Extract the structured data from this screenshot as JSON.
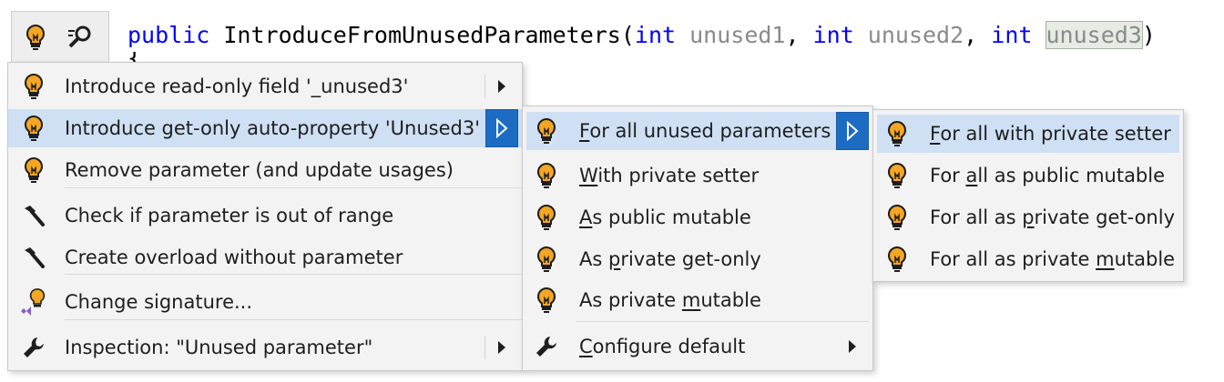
{
  "code": {
    "kw_public": "public",
    "method": " IntroduceFromUnusedParameters(",
    "kw_int1": "int",
    "p1": " unused1",
    "comma1": ", ",
    "kw_int2": "int",
    "p2": " unused2",
    "comma2": ", ",
    "kw_int3": "int",
    "space3": " ",
    "p3": "unused3",
    "close": ")",
    "brace": "{"
  },
  "gutter": {
    "bulb_icon": "lightbulb-icon",
    "inspect_icon": "search-hammer-icon"
  },
  "menu1": {
    "items": [
      {
        "label": "Introduce read-only field '_unused3'",
        "icon": "lightbulb-icon",
        "submenu": true
      },
      {
        "label": "Introduce get-only auto-property 'Unused3'",
        "icon": "lightbulb-icon",
        "submenu": true,
        "selected": true
      },
      {
        "label": "Remove parameter (and update usages)",
        "icon": "lightbulb-icon"
      },
      {
        "label": "Check if parameter is out of range",
        "icon": "hammer-icon"
      },
      {
        "label": "Create overload without parameter",
        "icon": "hammer-icon"
      },
      {
        "label": "Change signature...",
        "icon": "vs-lightbulb-icon"
      },
      {
        "label": "Inspection: \"Unused parameter\"",
        "icon": "wrench-icon",
        "submenu": true
      }
    ]
  },
  "menu2": {
    "items": [
      {
        "pre": "",
        "ul": "F",
        "post": "or all unused parameters",
        "icon": "lightbulb-icon",
        "submenu": true,
        "selected": true
      },
      {
        "pre": "",
        "ul": "W",
        "post": "ith private setter",
        "icon": "lightbulb-icon"
      },
      {
        "pre": "",
        "ul": "A",
        "post": "s public mutable",
        "icon": "lightbulb-icon"
      },
      {
        "pre": "As ",
        "ul": "p",
        "post": "rivate get-only",
        "icon": "lightbulb-icon"
      },
      {
        "pre": "As private ",
        "ul": "m",
        "post": "utable",
        "icon": "lightbulb-icon"
      },
      {
        "pre": "",
        "ul": "C",
        "post": "onfigure default",
        "icon": "wrench-icon",
        "submenu": true
      }
    ]
  },
  "menu3": {
    "items": [
      {
        "pre": "",
        "ul": "F",
        "post": "or all with private setter",
        "icon": "lightbulb-icon",
        "selected": true
      },
      {
        "pre": "For ",
        "ul": "a",
        "post": "ll as public mutable",
        "icon": "lightbulb-icon"
      },
      {
        "pre": "For all as ",
        "ul": "p",
        "post": "rivate get-only",
        "icon": "lightbulb-icon"
      },
      {
        "pre": "For all as private ",
        "ul": "m",
        "post": "utable",
        "icon": "lightbulb-icon"
      }
    ]
  },
  "colors": {
    "selection": "#cfe0f5",
    "accent": "#1c6cc4",
    "bulb": "#f5a623",
    "keyword": "#0000ff"
  }
}
